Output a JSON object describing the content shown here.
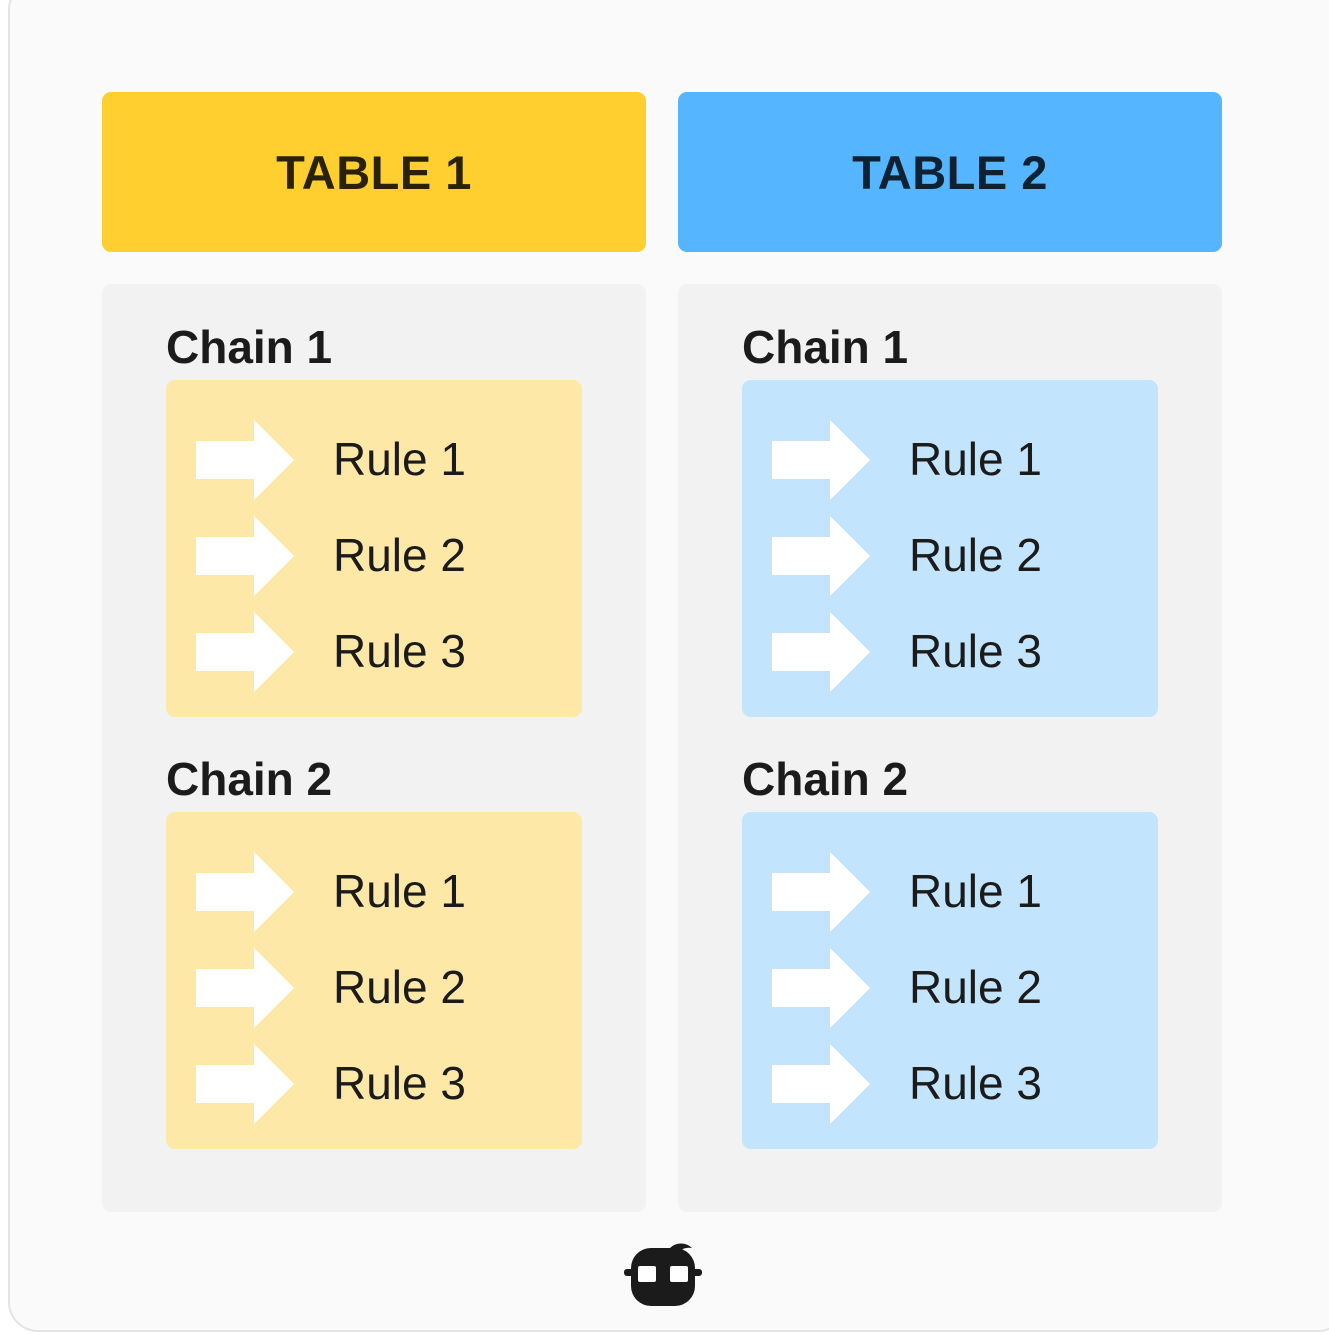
{
  "colors": {
    "table1_header": "#fecf2f",
    "table1_box": "#fde8a8",
    "table2_header": "#55b6ff",
    "table2_box": "#c2e4fc",
    "panel": "#f2f2f2",
    "text": "#1b1b1b"
  },
  "tables": [
    {
      "title": "TABLE 1",
      "chains": [
        {
          "title": "Chain 1",
          "rules": [
            "Rule 1",
            "Rule 2",
            "Rule 3"
          ]
        },
        {
          "title": "Chain 2",
          "rules": [
            "Rule 1",
            "Rule 2",
            "Rule 3"
          ]
        }
      ]
    },
    {
      "title": "TABLE 2",
      "chains": [
        {
          "title": "Chain 1",
          "rules": [
            "Rule 1",
            "Rule 2",
            "Rule 3"
          ]
        },
        {
          "title": "Chain 2",
          "rules": [
            "Rule 1",
            "Rule 2",
            "Rule 3"
          ]
        }
      ]
    }
  ],
  "icons": {
    "rule_arrow": "arrow-right-icon",
    "logo": "nerd-mascot-logo-icon"
  }
}
